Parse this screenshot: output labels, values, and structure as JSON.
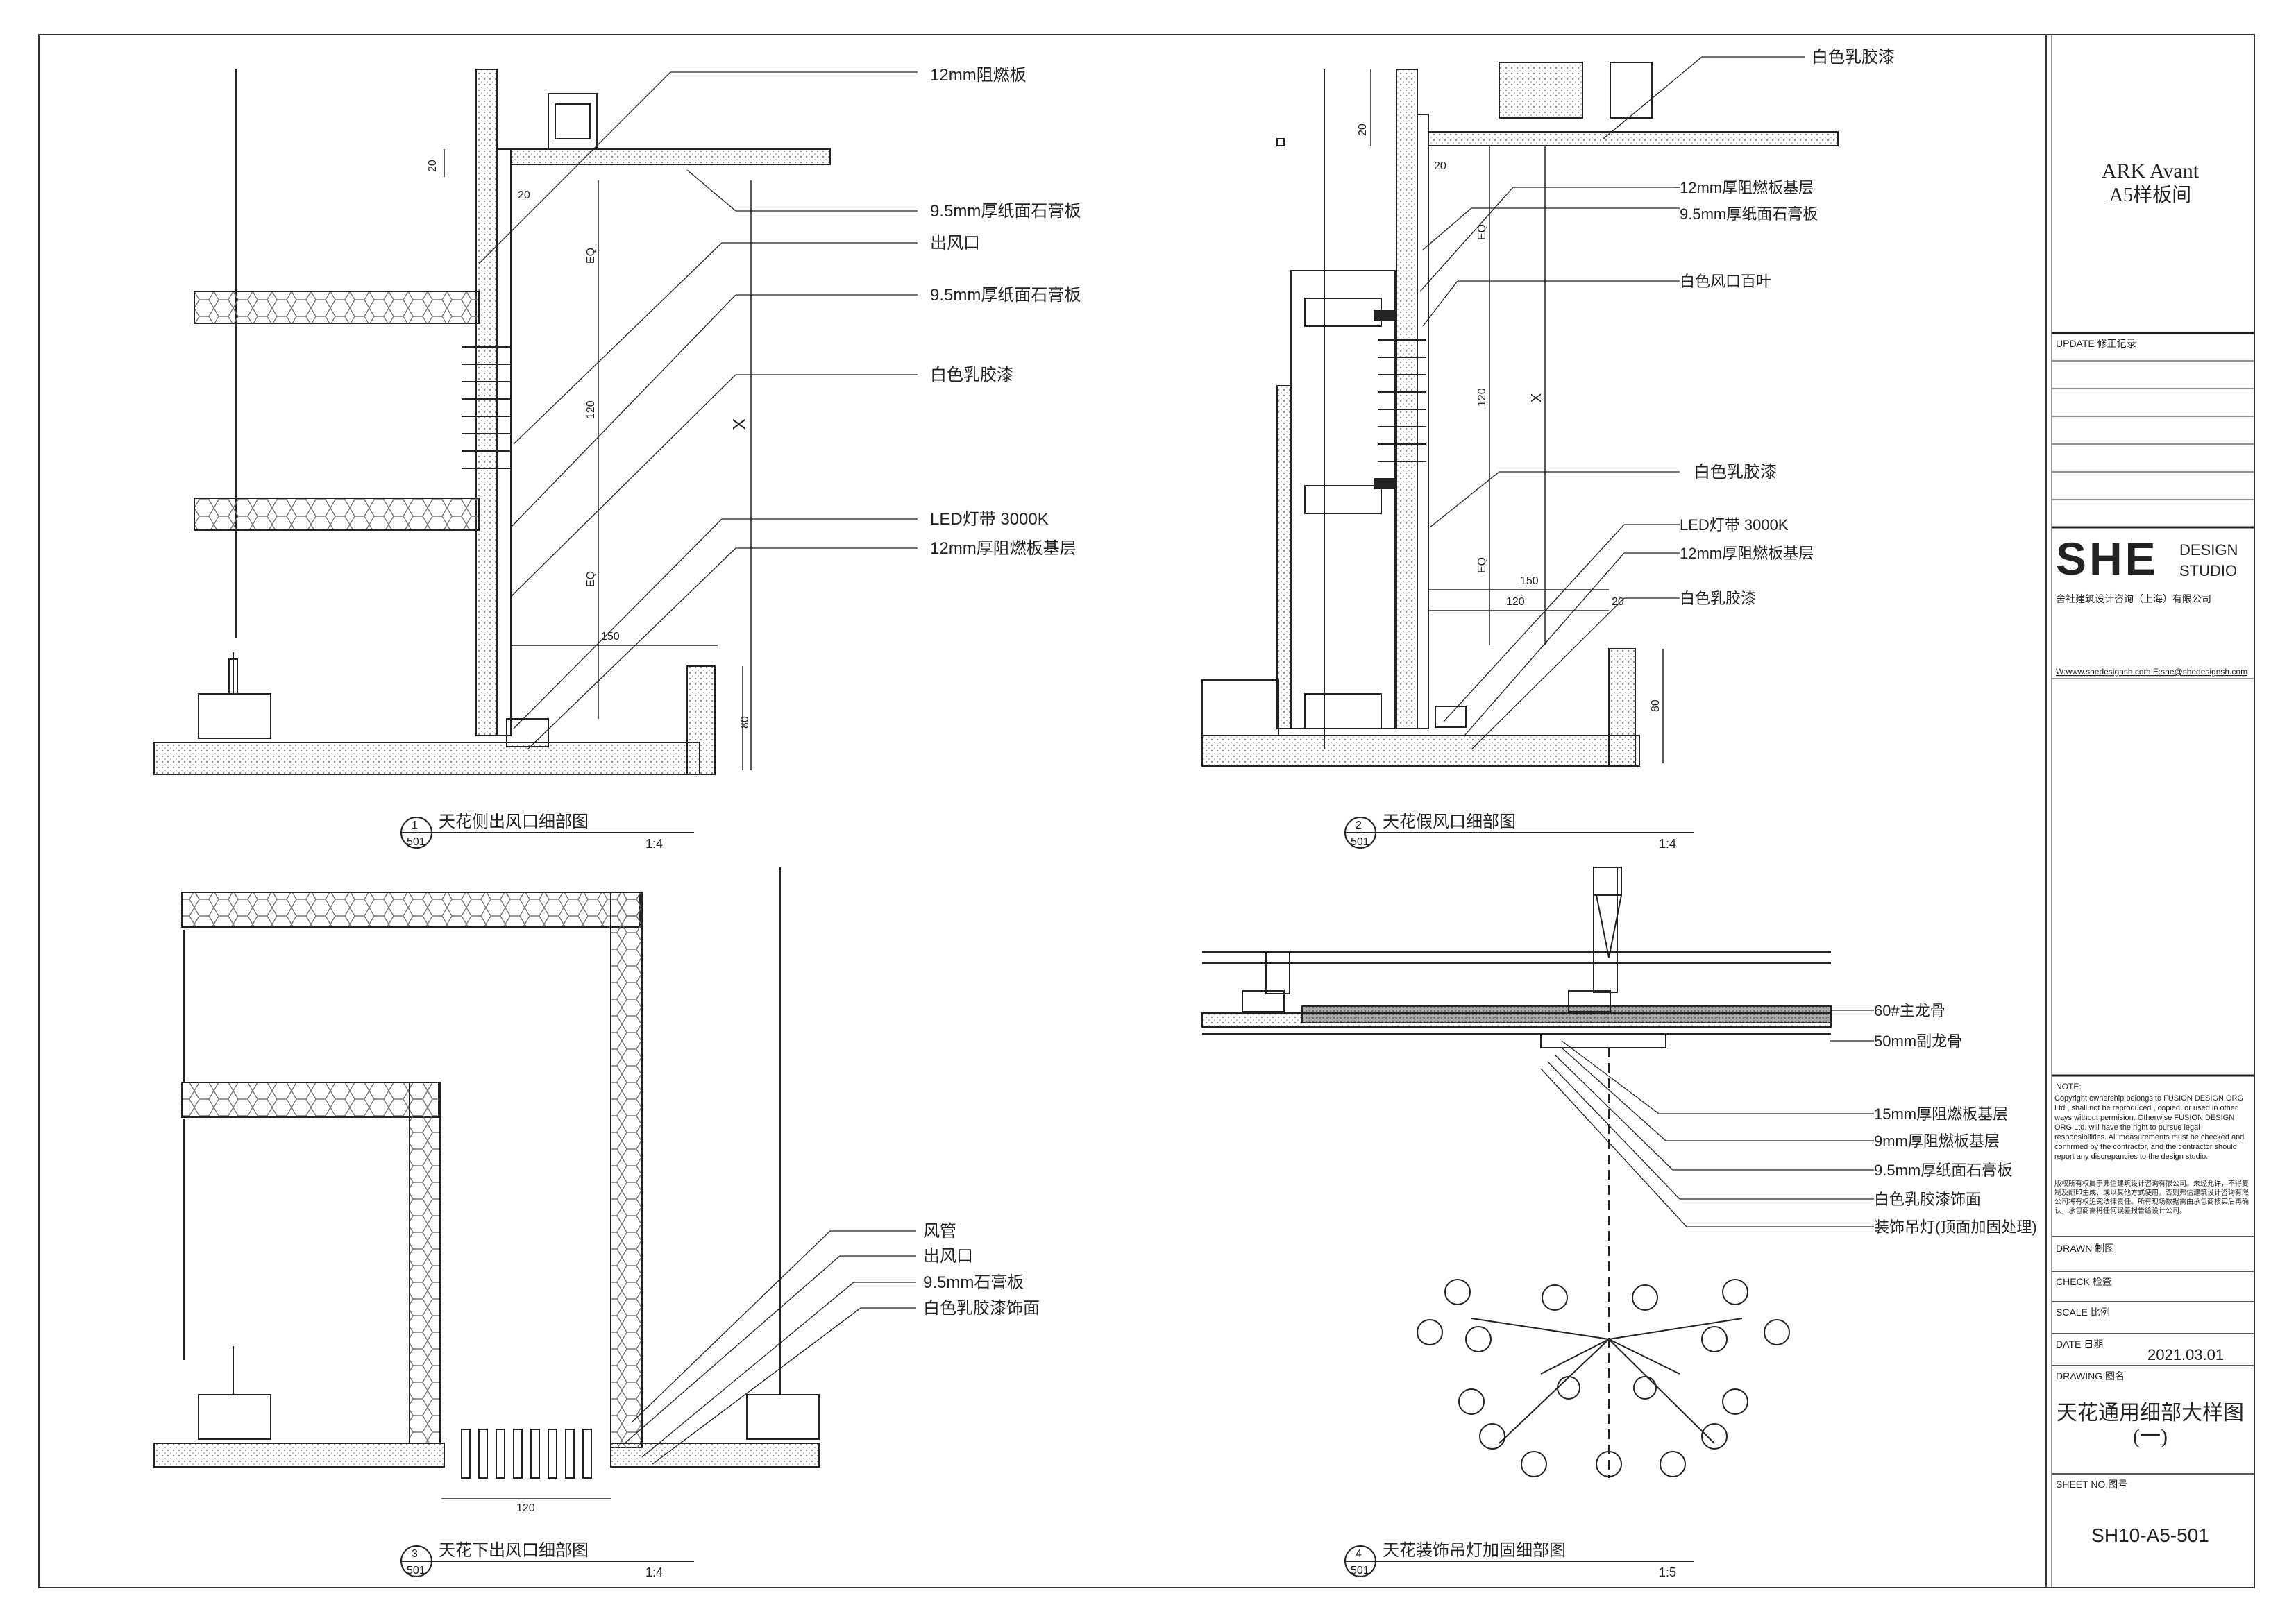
{
  "project": {
    "name": "ARK Avant",
    "room": "A5样板间"
  },
  "update_label": "UPDATE 修正记录",
  "studio": {
    "logo": "SHE",
    "line1": "DESIGN",
    "line2": "STUDIO",
    "company": "舍社建筑设计咨询（上海）有限公司",
    "contact": "W:www.shedesignsh.com  E:she@shedesignsh.com"
  },
  "note": {
    "title": "NOTE:",
    "en": "Copyright ownership belongs to FUSION DESIGN ORG Ltd., shall not be reproduced , copied, or used in other ways without permision. Otherwise FUSION DESIGN ORG Ltd. will have the right to pursue legal responsibilities. All measurements must be checked and confirmed by the contractor, and the contractor should report any discrepancies to the design studio.",
    "cn": "版权所有权属于弗信建筑设计咨询有限公司。未经允许，不得复制及翻印生成、或以其他方式使用。否则弗信建筑设计咨询有限公司将有权追究法律责任。所有现场数据需由承包商核实后再确认，承包商需将任何误差报告给设计公司。"
  },
  "fields": {
    "drawn": "DRAWN 制图",
    "check": "CHECK 检查",
    "scale": "SCALE 比例",
    "date_label": "DATE 日期",
    "date": "2021.03.01",
    "drawing_label": "DRAWING 图名",
    "drawing_title_1": "天花通用细部大样图",
    "drawing_title_2": "(一)",
    "sheet_label": "SHEET NO.图号",
    "sheet_no": "SH10-A5-501"
  },
  "views": [
    {
      "num": "1",
      "ref": "501",
      "title": "天花侧出风口细部图",
      "scale": "1:4"
    },
    {
      "num": "2",
      "ref": "501",
      "title": "天花假风口细部图",
      "scale": "1:4"
    },
    {
      "num": "3",
      "ref": "501",
      "title": "天花下出风口细部图",
      "scale": "1:4"
    },
    {
      "num": "4",
      "ref": "501",
      "title": "天花装饰吊灯加固细部图",
      "scale": "1:5"
    }
  ],
  "labels": {
    "v1": [
      "12mm阻燃板",
      "9.5mm厚纸面石膏板",
      "出风口",
      "9.5mm厚纸面石膏板",
      "白色乳胶漆",
      "LED灯带  3000K",
      "12mm厚阻燃板基层"
    ],
    "v2": [
      "白色乳胶漆",
      "12mm厚阻燃板基层",
      "9.5mm厚纸面石膏板",
      "白色风口百叶",
      "白色乳胶漆",
      "LED灯带  3000K",
      "12mm厚阻燃板基层",
      "白色乳胶漆"
    ],
    "v3": [
      "风管",
      "出风口",
      "9.5mm石膏板",
      "白色乳胶漆饰面"
    ],
    "v4": [
      "60#主龙骨",
      "50mm副龙骨",
      "15mm厚阻燃板基层",
      "9mm厚阻燃板基层",
      "9.5mm厚纸面石膏板",
      "白色乳胶漆饰面",
      "装饰吊灯(顶面加固处理)"
    ]
  },
  "dims": {
    "v1": [
      "20",
      "20",
      "EQ",
      "120",
      "EQ",
      "X",
      "150",
      "80"
    ],
    "v2": [
      "20",
      "20",
      "EQ",
      "120",
      "X",
      "EQ",
      "150",
      "120",
      "20",
      "80"
    ],
    "v3": [
      "120"
    ]
  }
}
